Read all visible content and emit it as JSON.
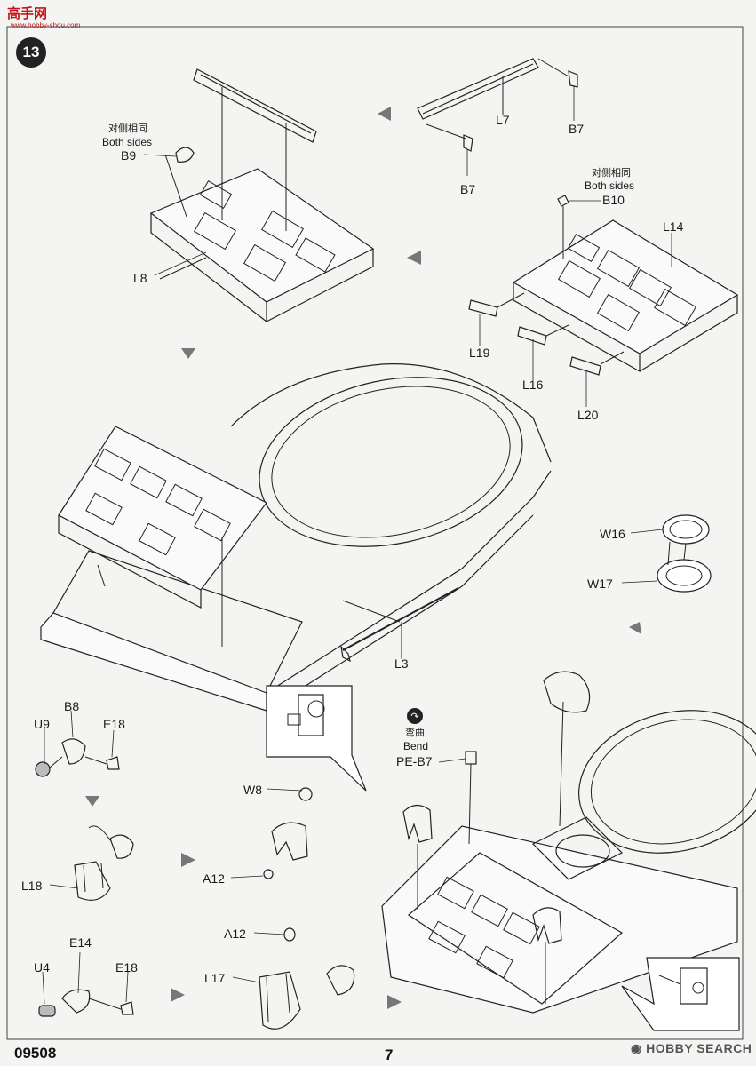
{
  "watermark_top": {
    "logo": "高手网",
    "url": "www.hobby-shou.com"
  },
  "step": {
    "number": "13"
  },
  "labels": {
    "both_sides_cn_1": "对侧相同",
    "both_sides_en_1": "Both sides",
    "b9": "B9",
    "l8": "L8",
    "l7": "L7",
    "b7_a": "B7",
    "b7_b": "B7",
    "both_sides_cn_2": "对侧相同",
    "both_sides_en_2": "Both sides",
    "b10": "B10",
    "l14": "L14",
    "l19": "L19",
    "l16": "L16",
    "l20": "L20",
    "w16": "W16",
    "w17": "W17",
    "l3": "L3",
    "b8": "B8",
    "u9": "U9",
    "e18_a": "E18",
    "bend_cn": "弯曲",
    "bend_en": "Bend",
    "pe_b7": "PE-B7",
    "w8": "W8",
    "l18": "L18",
    "a12_a": "A12",
    "a12_b": "A12",
    "e14": "E14",
    "u4": "U4",
    "e18_b": "E18",
    "l17": "L17"
  },
  "footer": {
    "kit_number": "09508",
    "page_number": "7",
    "watermark": "HOBBY SEARCH"
  }
}
